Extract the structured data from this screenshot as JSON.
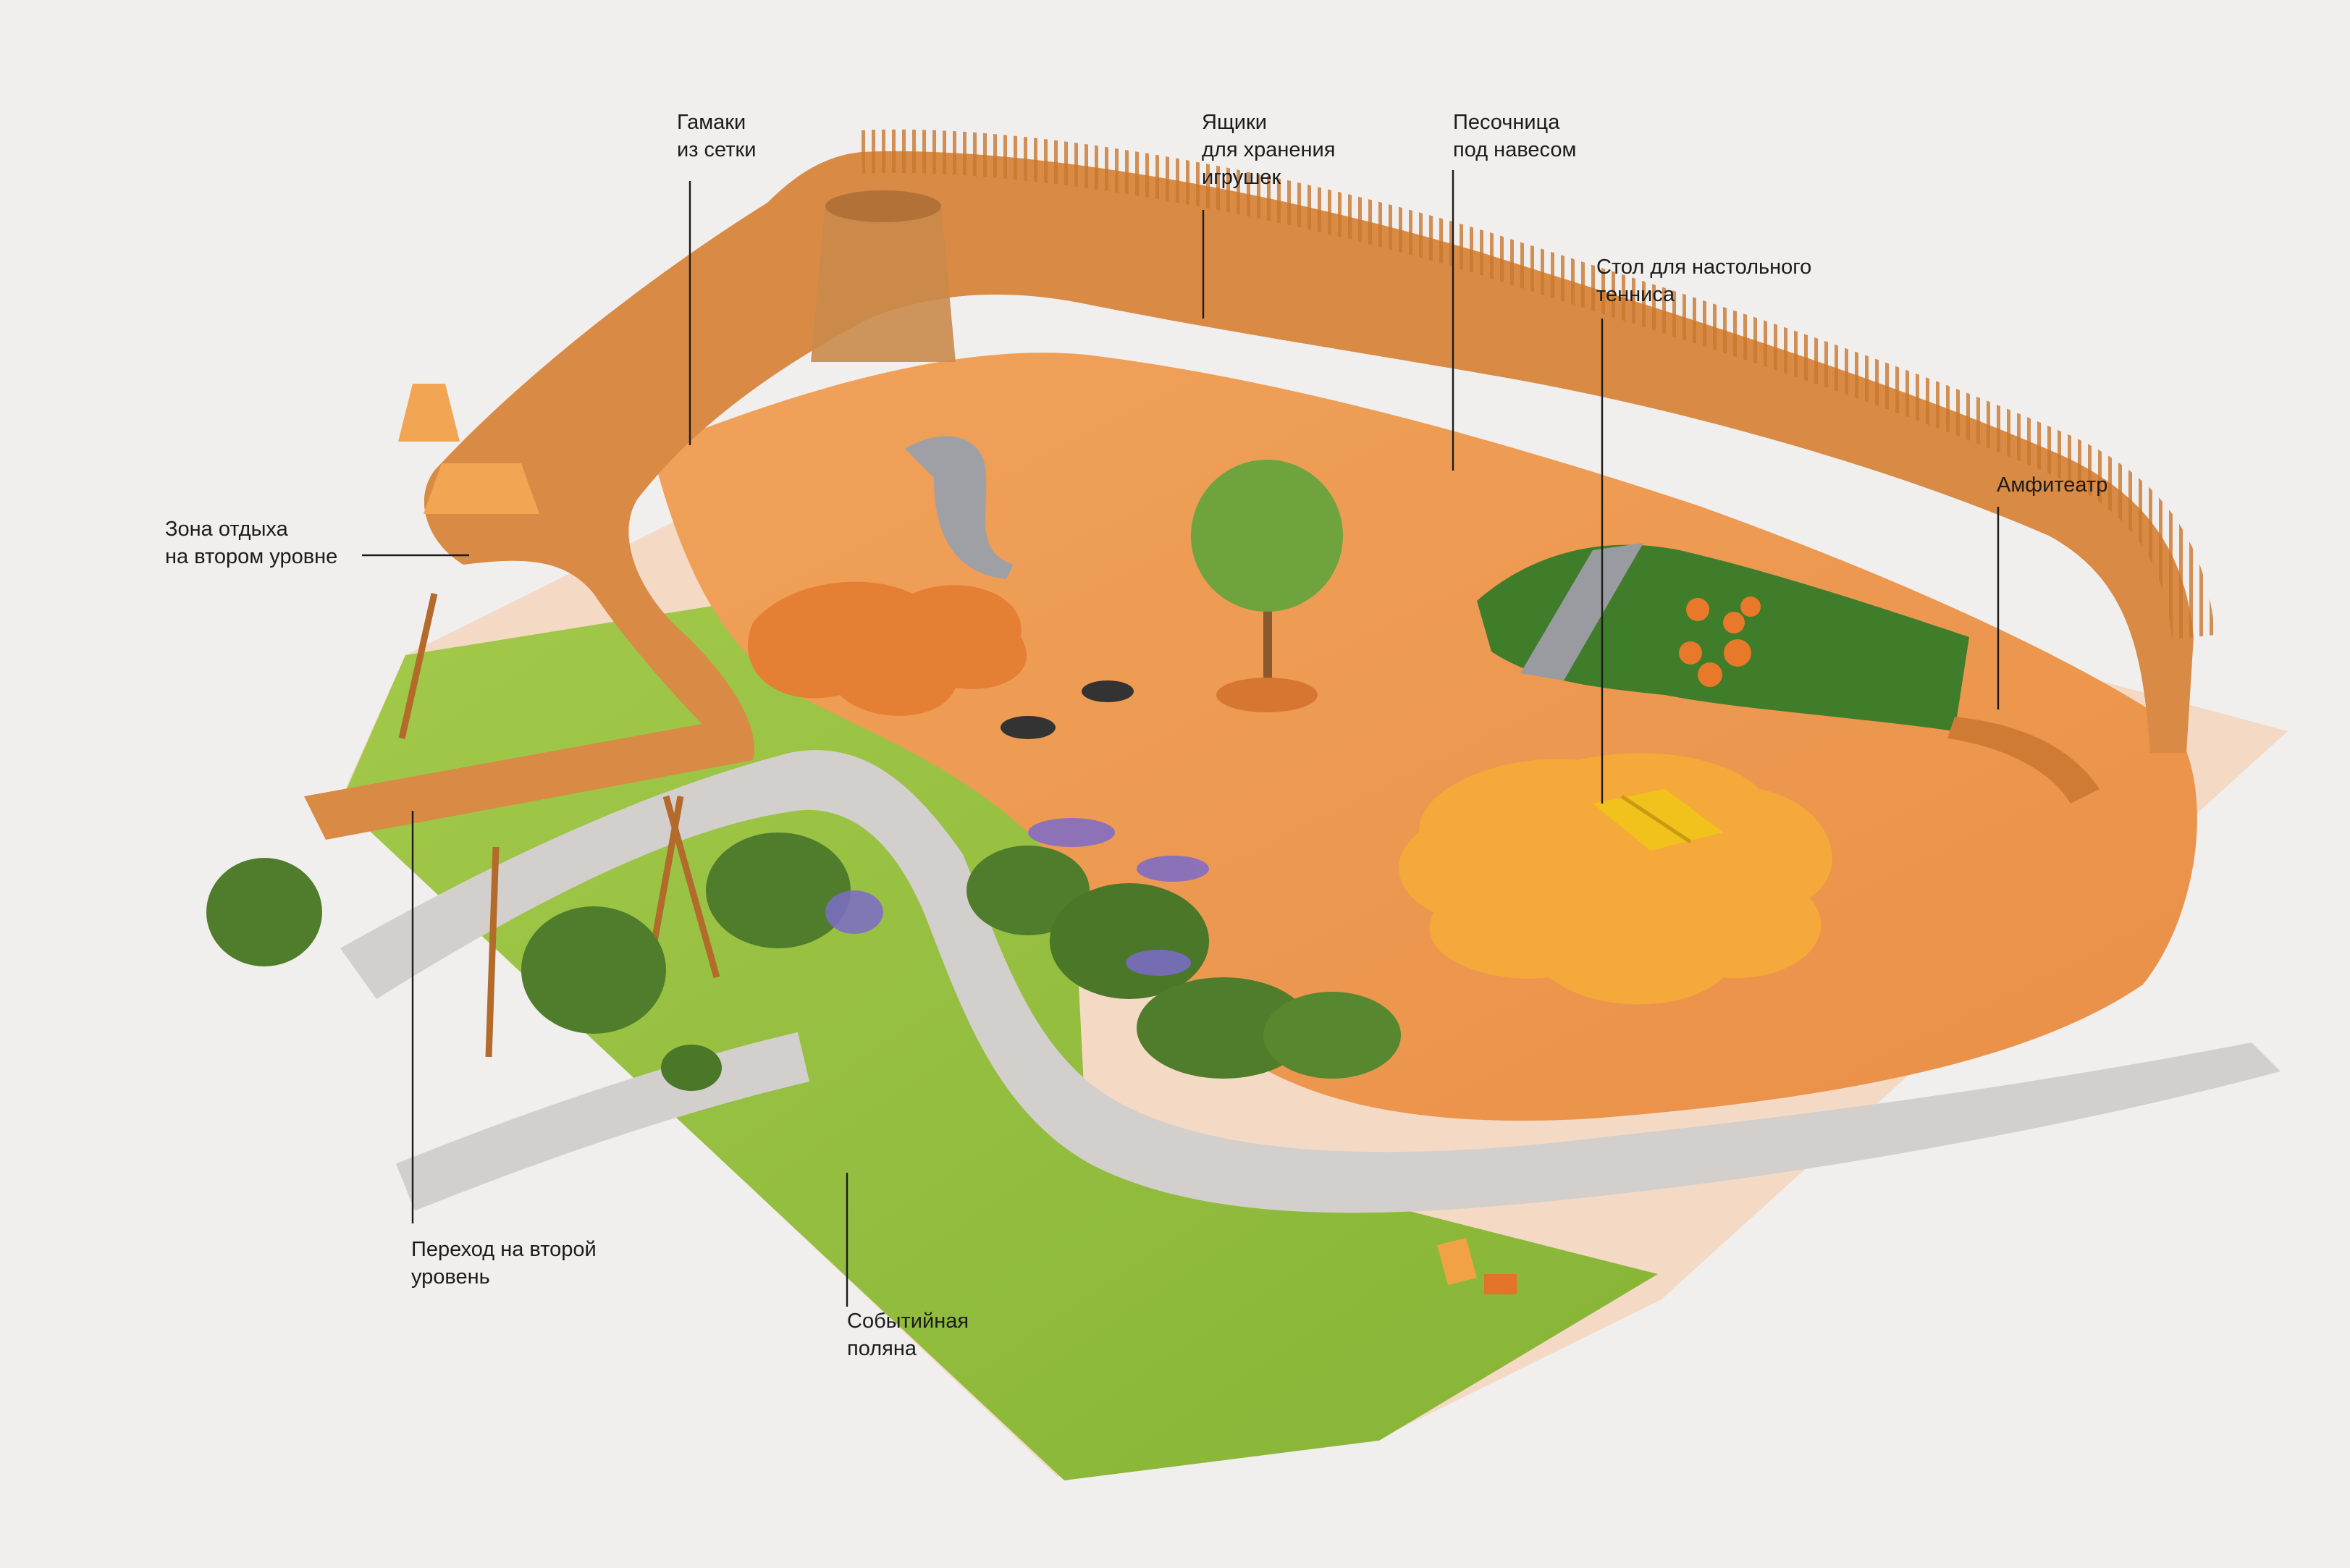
{
  "labels": {
    "hammocks": {
      "lines": [
        "Гамаки",
        "из сетки"
      ],
      "icon": "hammock-icon"
    },
    "toy_storage": {
      "lines": [
        "Ящики",
        "для хранения",
        "игрушек"
      ]
    },
    "sandbox": {
      "lines": [
        "Песочница",
        "под навесом"
      ]
    },
    "table_tennis": {
      "lines": [
        "Стол для настольного",
        "тенниса"
      ]
    },
    "amphitheater": {
      "lines": [
        "Амфитеатр"
      ]
    },
    "rest_zone": {
      "lines": [
        "Зона отдыха",
        "на втором уровне"
      ]
    },
    "second_level_passage": {
      "lines": [
        "Переход на второй",
        "уровень"
      ]
    },
    "event_lawn": {
      "lines": [
        "Событийная",
        "поляна"
      ]
    }
  },
  "colors": {
    "background": "#f1efed",
    "lawn": "#8fbd3a",
    "path": "#d3cfcc",
    "play_surface": "#ee9a52",
    "deck": "#d98a44",
    "accent_orange": "#f4a23a",
    "shrub": "#4f7d2b",
    "lavender": "#7b6bc9",
    "text": "#1c1c1c"
  }
}
